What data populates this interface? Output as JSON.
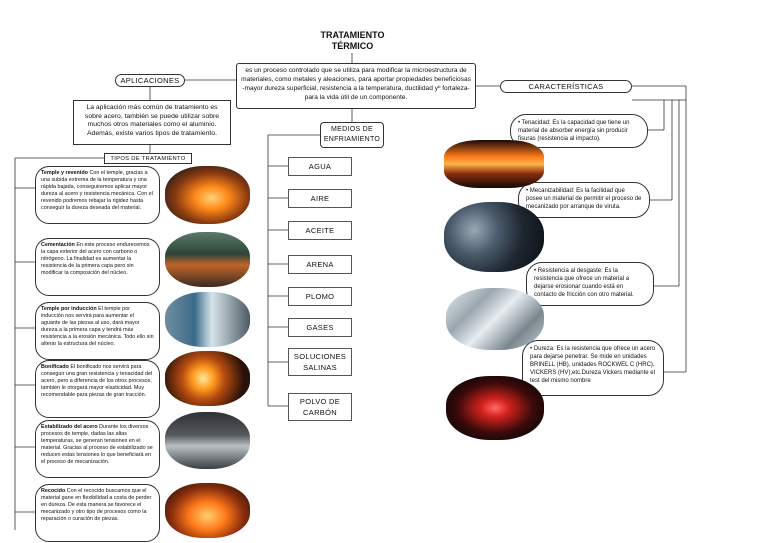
{
  "title": "TRATAMIENTO TÉRMICO",
  "definition": "es un proceso controlado que se utiliza para modificar la microestructura de materiales, como metales y aleaciones, para aportar propiedades beneficiosas -mayor dureza superficial, resistencia a la temperatura, ductilidad yº fortaleza- para la vida útil de un  componente.",
  "aplicaciones": {
    "label": "APLICACIONES",
    "description": "La aplicación más común de tratamiento es sobre acero,  también se puede utilizar sobre muchos otros materiales como el  aluminio. Además, existe varios tipos de tratamiento.",
    "tipos_label": "TIPOS DE TRATAMIENTO",
    "types": [
      {
        "name": "Temple y revenido",
        "text": "Con el temple, gracias a una subida extrema de la temperatura y una  rápida bajada, conseguiremos aplicar mayor dureza al acero y resistencia  mecánica. Con el revenido podremos rebajar la rigidez  hasta conseguir  la dureza deseada del material."
      },
      {
        "name": "Cementación",
        "text": "En este proceso endurecemos la capa exterior del acero con carbono o  nitrógeno. La finalidad es aumentar la resistencia de la primera capa  pero sin modificar la composición del núcleo."
      },
      {
        "name": "Temple por inducción",
        "text": "El temple por inducción nos servirá para aumentar el aguante de las  piezas al uso, dará mayor dureza a la primera capa y tendrá más resistencia a la erosión mecánica. Todo  ello sin alterar la estructura  del núcleo."
      },
      {
        "name": "Bonificado",
        "text": "El bonificado nos servirá para conseguir una gran resistencia y tenacidad del acero, pero a diferencia de los otros procesos, también le  otorgará mayor elasticidad. Muy recomendable para piezas de gran  tracción."
      },
      {
        "name": "Estabilizado del acero",
        "text": "Durante los diversos procesos de temple, dadas las altas  temperaturas, se generan tensiones en el material. Gracias al proceso de estabilizado se reducen estas tensiones lo que beneficiará en el  proceso de mecanización."
      },
      {
        "name": "Recocido",
        "text": "Con el recocido buscamos que el material gane en flexibilidad a costa  de perder en dureza.  De esta manera se favorece el mecanizado y otro  tipo de procesos como la reparación o curación de piezas."
      }
    ]
  },
  "medios": {
    "label": "MEDIOS DE ENFRIAMIENTO",
    "items": [
      "AGUA",
      "AIRE",
      "ACEITE",
      "ARENA",
      "PLOMO",
      "GASES",
      "SOLUCIONES SALINAS",
      "POLVO DE CARBÓN"
    ]
  },
  "caracteristicas": {
    "label": "CARACTERÍSTICAS",
    "items": [
      "• Tenacidad: Es la capacidad que tiene un material de absorber energía sin producir fisuras (resistencia al impacto).",
      "• Mecanizabilidad: Es la facilidad que posee un material de permitir el proceso de mecanizado por arranque de viruta.",
      "• Resistencia al desgaste: Es la resistencia que ofrece un material a dejarse erosionar cuando está en contacto de fricción con otro material.",
      "• Dureza: Es la resistencia que ofrece un acero para dejarse penetrar. Se mide en unidades BRINELL (HB), unidades ROCKWEL C (HRC), VICKERS (HV),etc.Dureza Vickers mediante el test del mismo nombre"
    ]
  },
  "colors": {
    "line": "#333333",
    "hot": "#ff7a1a",
    "steel": "#8a9aa8"
  }
}
